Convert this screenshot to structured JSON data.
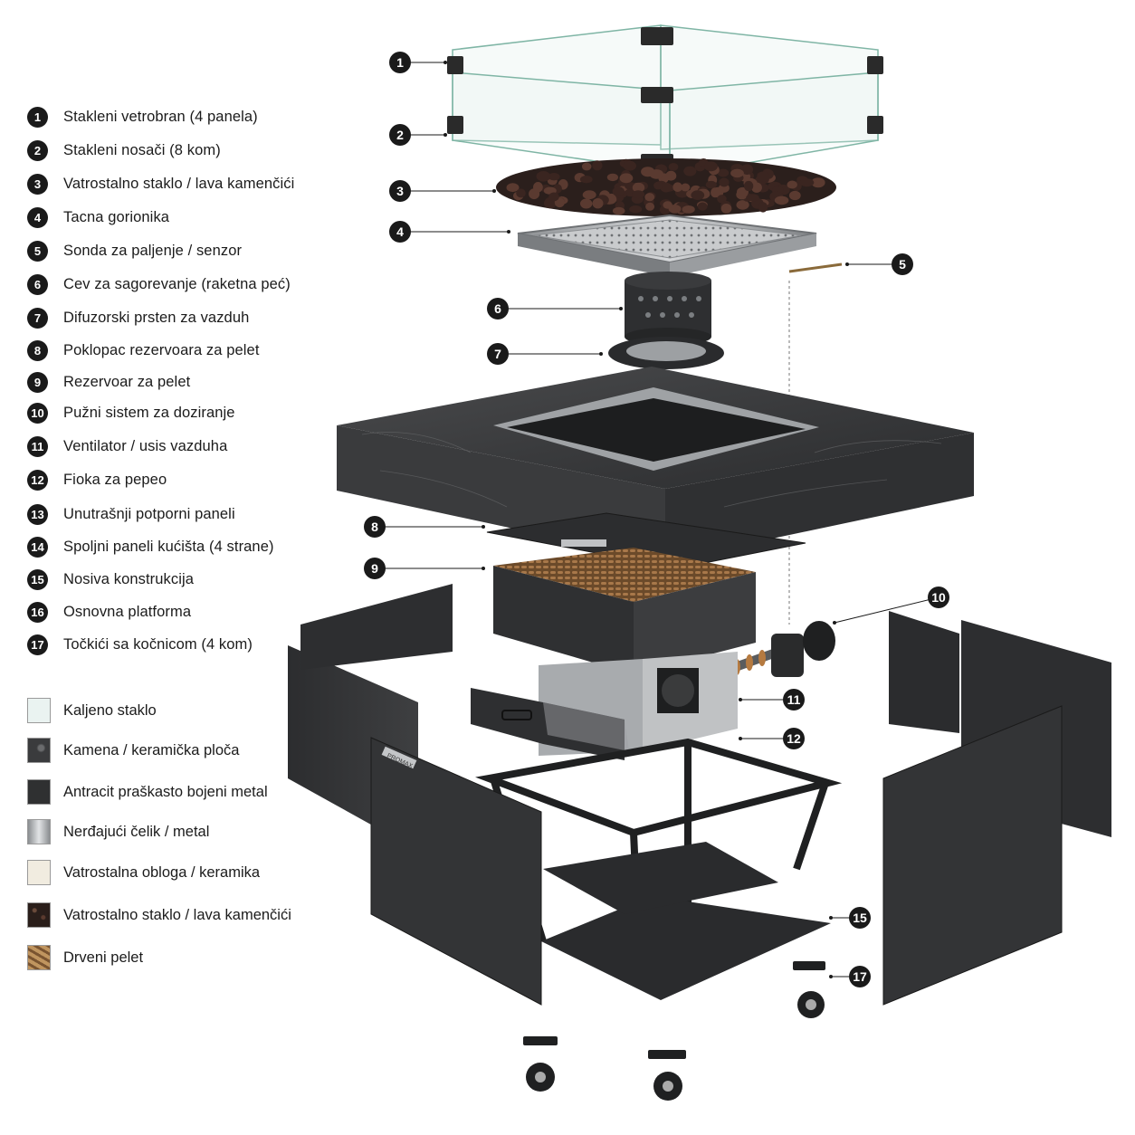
{
  "parts": [
    {
      "num": "1",
      "label": "Stakleni vetrobran (4 panela)"
    },
    {
      "num": "2",
      "label": "Stakleni nosači (8 kom)"
    },
    {
      "num": "3",
      "label": "Vatrostalno staklo / lava kamenčići"
    },
    {
      "num": "4",
      "label": "Tacna gorionika"
    },
    {
      "num": "5",
      "label": "Sonda za paljenje / senzor"
    },
    {
      "num": "6",
      "label": "Cev za sagorevanje (raketna peć)"
    },
    {
      "num": "7",
      "label": "Difuzorski prsten za vazduh"
    },
    {
      "num": "8",
      "label": "Poklopac rezervoara za pelet"
    },
    {
      "num": "9",
      "label": "Rezervoar za pelet"
    },
    {
      "num": "10",
      "label": "Pužni sistem za doziranje"
    },
    {
      "num": "11",
      "label": "Ventilator / usis vazduha"
    },
    {
      "num": "12",
      "label": "Fioka za pepeo"
    },
    {
      "num": "13",
      "label": "Unutrašnji potporni paneli"
    },
    {
      "num": "14",
      "label": "Spoljni paneli kućišta (4 strane)"
    },
    {
      "num": "15",
      "label": "Nosiva konstrukcija"
    },
    {
      "num": "16",
      "label": "Osnovna platforma"
    },
    {
      "num": "17",
      "label": "Točkići sa kočnicom (4 kom)"
    }
  ],
  "materials": [
    {
      "label": "Kaljeno staklo",
      "color": "#eaf3f1",
      "icon": "glass-swatch"
    },
    {
      "label": "Kamena / keramička ploča",
      "color": "#3c3d3e",
      "icon": "stone-swatch"
    },
    {
      "label": "Antracit praškasto bojeni metal",
      "color": "#2f3031",
      "icon": "anthracite-swatch"
    },
    {
      "label": "Nerđajući čelik / metal",
      "color": "#b9bbbd",
      "icon": "steel-swatch"
    },
    {
      "label": "Vatrostalna obloga / keramika",
      "color": "#f1ece0",
      "icon": "ceramic-swatch"
    },
    {
      "label": "Vatrostalno staklo / lava kamenčići",
      "color": "#3a2a24",
      "icon": "lava-swatch"
    },
    {
      "label": "Drveni pelet",
      "color": "#a37a4c",
      "icon": "pellet-swatch"
    }
  ],
  "callouts": [
    "1",
    "2",
    "3",
    "4",
    "5",
    "6",
    "7",
    "8",
    "9",
    "10",
    "11",
    "12",
    "15",
    "17"
  ],
  "panel_badge": "PROMAX"
}
